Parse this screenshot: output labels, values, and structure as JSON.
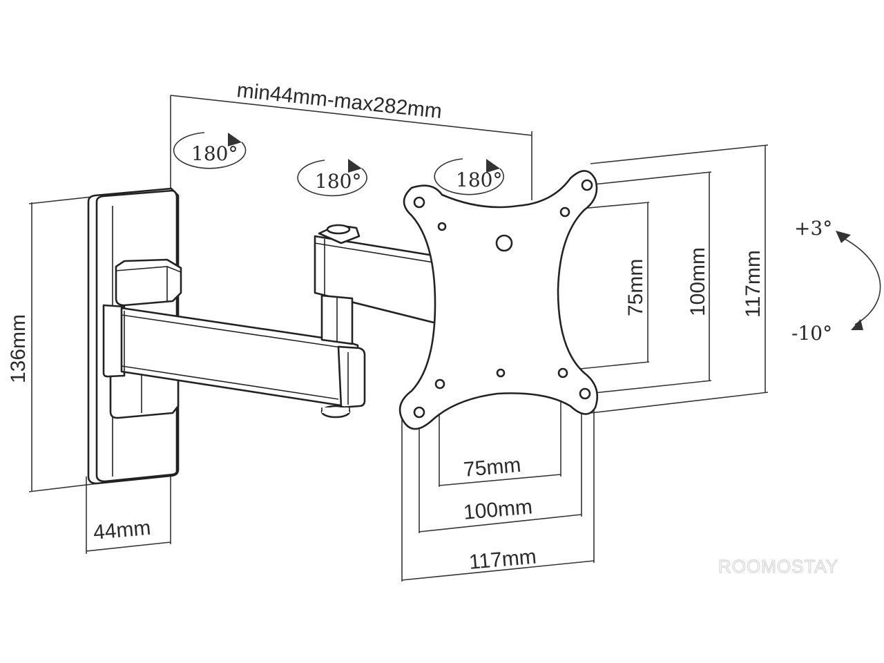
{
  "diagram": {
    "labels": {
      "arm_extension": "min44mm-max282mm",
      "swivel_wall": "180°",
      "swivel_middle": "180°",
      "swivel_plate": "180°",
      "wall_plate_height": "136mm",
      "wall_plate_depth": "44mm",
      "vesa_v_75": "75mm",
      "vesa_v_100": "100mm",
      "plate_height": "117mm",
      "vesa_h_75": "75mm",
      "vesa_h_100": "100mm",
      "plate_width": "117mm",
      "tilt_up": "+3°",
      "tilt_down": "-10°"
    },
    "watermark": "ROOMOSTAY",
    "colors": {
      "line": "#222222",
      "background": "#ffffff",
      "watermark": "#d6d6d6"
    }
  }
}
